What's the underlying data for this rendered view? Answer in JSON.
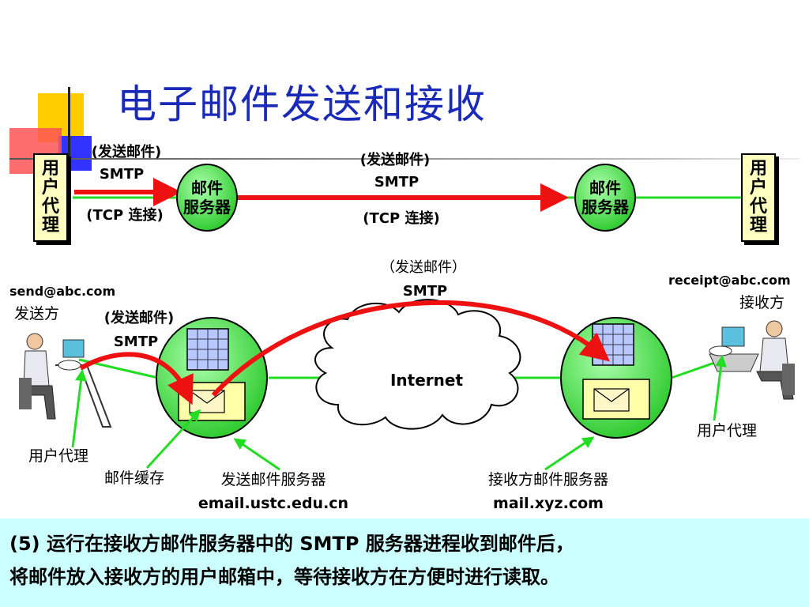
{
  "title": "电子邮件发送和接收",
  "top_row": {
    "left_agent": [
      "用",
      "户",
      "代",
      "理"
    ],
    "right_agent": [
      "用",
      "户",
      "代",
      "理"
    ],
    "left_send": "(发送邮件)",
    "left_smtp": "SMTP",
    "left_tcp": "(TCP 连接)",
    "mid_send": "(发送邮件)",
    "mid_smtp": "SMTP",
    "mid_tcp": "(TCP 连接)",
    "server_left": [
      "邮件",
      "服务器"
    ],
    "server_right": [
      "邮件",
      "服务器"
    ]
  },
  "bottom_row": {
    "sender_email": "send@abc.com",
    "sender_label": "发送方",
    "receiver_email": "receipt@abc.com",
    "receiver_label": "接收方",
    "arrow_send": "(发送邮件)",
    "arrow_smtp": "SMTP",
    "top_send": "（发送邮件）",
    "top_smtp": "SMTP",
    "internet": "Internet",
    "user_agent_left": "用户代理",
    "user_agent_right": "用户代理",
    "mail_cache": "邮件缓存",
    "send_server": "发送邮件服务器",
    "send_server_domain": "email.ustc.edu.cn",
    "recv_server": "接收方邮件服务器",
    "recv_server_domain": "mail.xyz.com"
  },
  "footer": {
    "line1": "(5) 运行在接收方邮件服务器中的 SMTP 服务器进程收到邮件后，",
    "line2": "将邮件放入接收方的用户邮箱中，等待接收方在方便时进行读取。"
  },
  "colors": {
    "title": "#1a2ab8",
    "arrow": "#ee1111",
    "line": "#22dd22",
    "server": "#66ee66",
    "agent_box": "#ffffc0",
    "footer": "#ccffff",
    "deco_yellow": "#ffcc00",
    "deco_red": "#ff3333",
    "deco_blue": "#3333ff"
  }
}
